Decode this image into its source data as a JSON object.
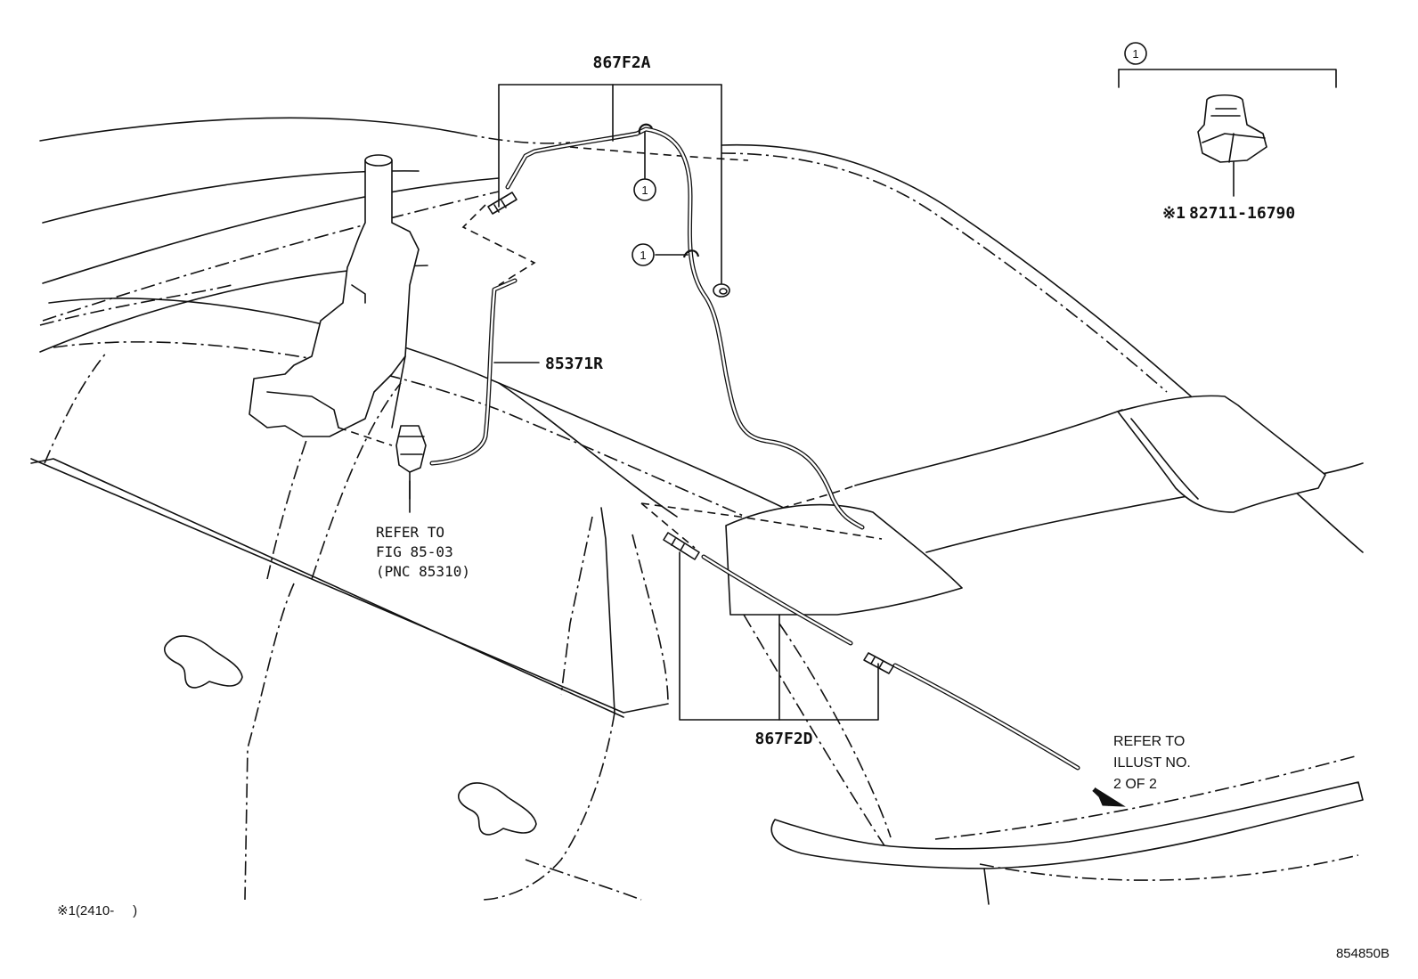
{
  "callouts": {
    "hose_upper": "867F2A",
    "hose_lower": "867F2D",
    "hose_pump": "85371R",
    "clamp_part": "82711-16790",
    "clamp_prefix": "※1",
    "clamp_ref_number": "1"
  },
  "notes": {
    "refer_pump_line1": "REFER TO",
    "refer_pump_line2": "FIG 85-03",
    "refer_pump_line3": "(PNC 85310)",
    "refer_illust_line1": "REFER TO",
    "refer_illust_line2": "ILLUST NO.",
    "refer_illust_line3": "2 OF 2",
    "footnote": "※1(2410-     )"
  },
  "figure_id": "854850B"
}
